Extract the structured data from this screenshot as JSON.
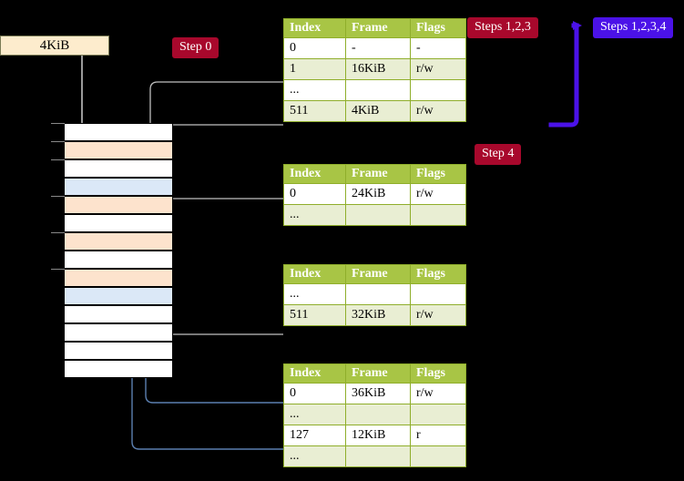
{
  "diagram": {
    "title_labels": {
      "size_box": "4KiB",
      "step0": "Step 0",
      "step4": "Step 4",
      "steps123": "Steps 1,2,3",
      "steps1234": "Steps 1,2,3,4"
    },
    "colors": {
      "badge_red": "#a8082c",
      "badge_blue": "#4b12e8",
      "table_header": "#a8c545",
      "table_alt_row": "#e9eed3",
      "highlight": "#ffff99",
      "memory_peach": "#fde3cd",
      "memory_blue": "#dbe8f7",
      "size_box_bg": "#fdeccd",
      "arrow_gray": "#b6b6b6",
      "arrow_blue": "#5b7fb0"
    }
  },
  "tables": [
    {
      "id": "table-0",
      "headers": [
        "Index",
        "Frame",
        "Flags"
      ],
      "rows": [
        {
          "cells": [
            "0",
            "-",
            "-"
          ],
          "alt": false,
          "highlight": false
        },
        {
          "cells": [
            "1",
            "16KiB",
            "r/w"
          ],
          "alt": true,
          "highlight": false
        },
        {
          "cells": [
            "...",
            "",
            ""
          ],
          "alt": false,
          "highlight": false
        },
        {
          "cells": [
            "511",
            "4KiB",
            "r/w"
          ],
          "alt": true,
          "highlight": true
        }
      ]
    },
    {
      "id": "table-1",
      "headers": [
        "Index",
        "Frame",
        "Flags"
      ],
      "rows": [
        {
          "cells": [
            "0",
            "24KiB",
            "r/w"
          ],
          "alt": false,
          "highlight": false
        },
        {
          "cells": [
            "...",
            "",
            ""
          ],
          "alt": true,
          "highlight": false
        }
      ]
    },
    {
      "id": "table-2",
      "headers": [
        "Index",
        "Frame",
        "Flags"
      ],
      "rows": [
        {
          "cells": [
            "...",
            "",
            ""
          ],
          "alt": false,
          "highlight": false
        },
        {
          "cells": [
            "511",
            "32KiB",
            "r/w"
          ],
          "alt": true,
          "highlight": false
        }
      ]
    },
    {
      "id": "table-3",
      "headers": [
        "Index",
        "Frame",
        "Flags"
      ],
      "rows": [
        {
          "cells": [
            "0",
            "36KiB",
            "r/w"
          ],
          "alt": false,
          "highlight": false
        },
        {
          "cells": [
            "...",
            "",
            ""
          ],
          "alt": true,
          "highlight": false
        },
        {
          "cells": [
            "127",
            "12KiB",
            "r"
          ],
          "alt": false,
          "highlight": false
        },
        {
          "cells": [
            "...",
            "",
            ""
          ],
          "alt": true,
          "highlight": false
        }
      ]
    }
  ],
  "memory_rows": [
    {
      "fill": "white",
      "tick": true
    },
    {
      "fill": "peach",
      "tick": true
    },
    {
      "fill": "white",
      "tick": true
    },
    {
      "fill": "blue",
      "tick": false
    },
    {
      "fill": "peach",
      "tick": true
    },
    {
      "fill": "white",
      "tick": false
    },
    {
      "fill": "peach",
      "tick": true
    },
    {
      "fill": "white",
      "tick": false
    },
    {
      "fill": "peach",
      "tick": true
    },
    {
      "fill": "blue",
      "tick": false
    },
    {
      "fill": "white",
      "tick": false
    },
    {
      "fill": "white",
      "tick": false
    },
    {
      "fill": "white",
      "tick": false
    },
    {
      "fill": "white",
      "tick": false
    }
  ]
}
